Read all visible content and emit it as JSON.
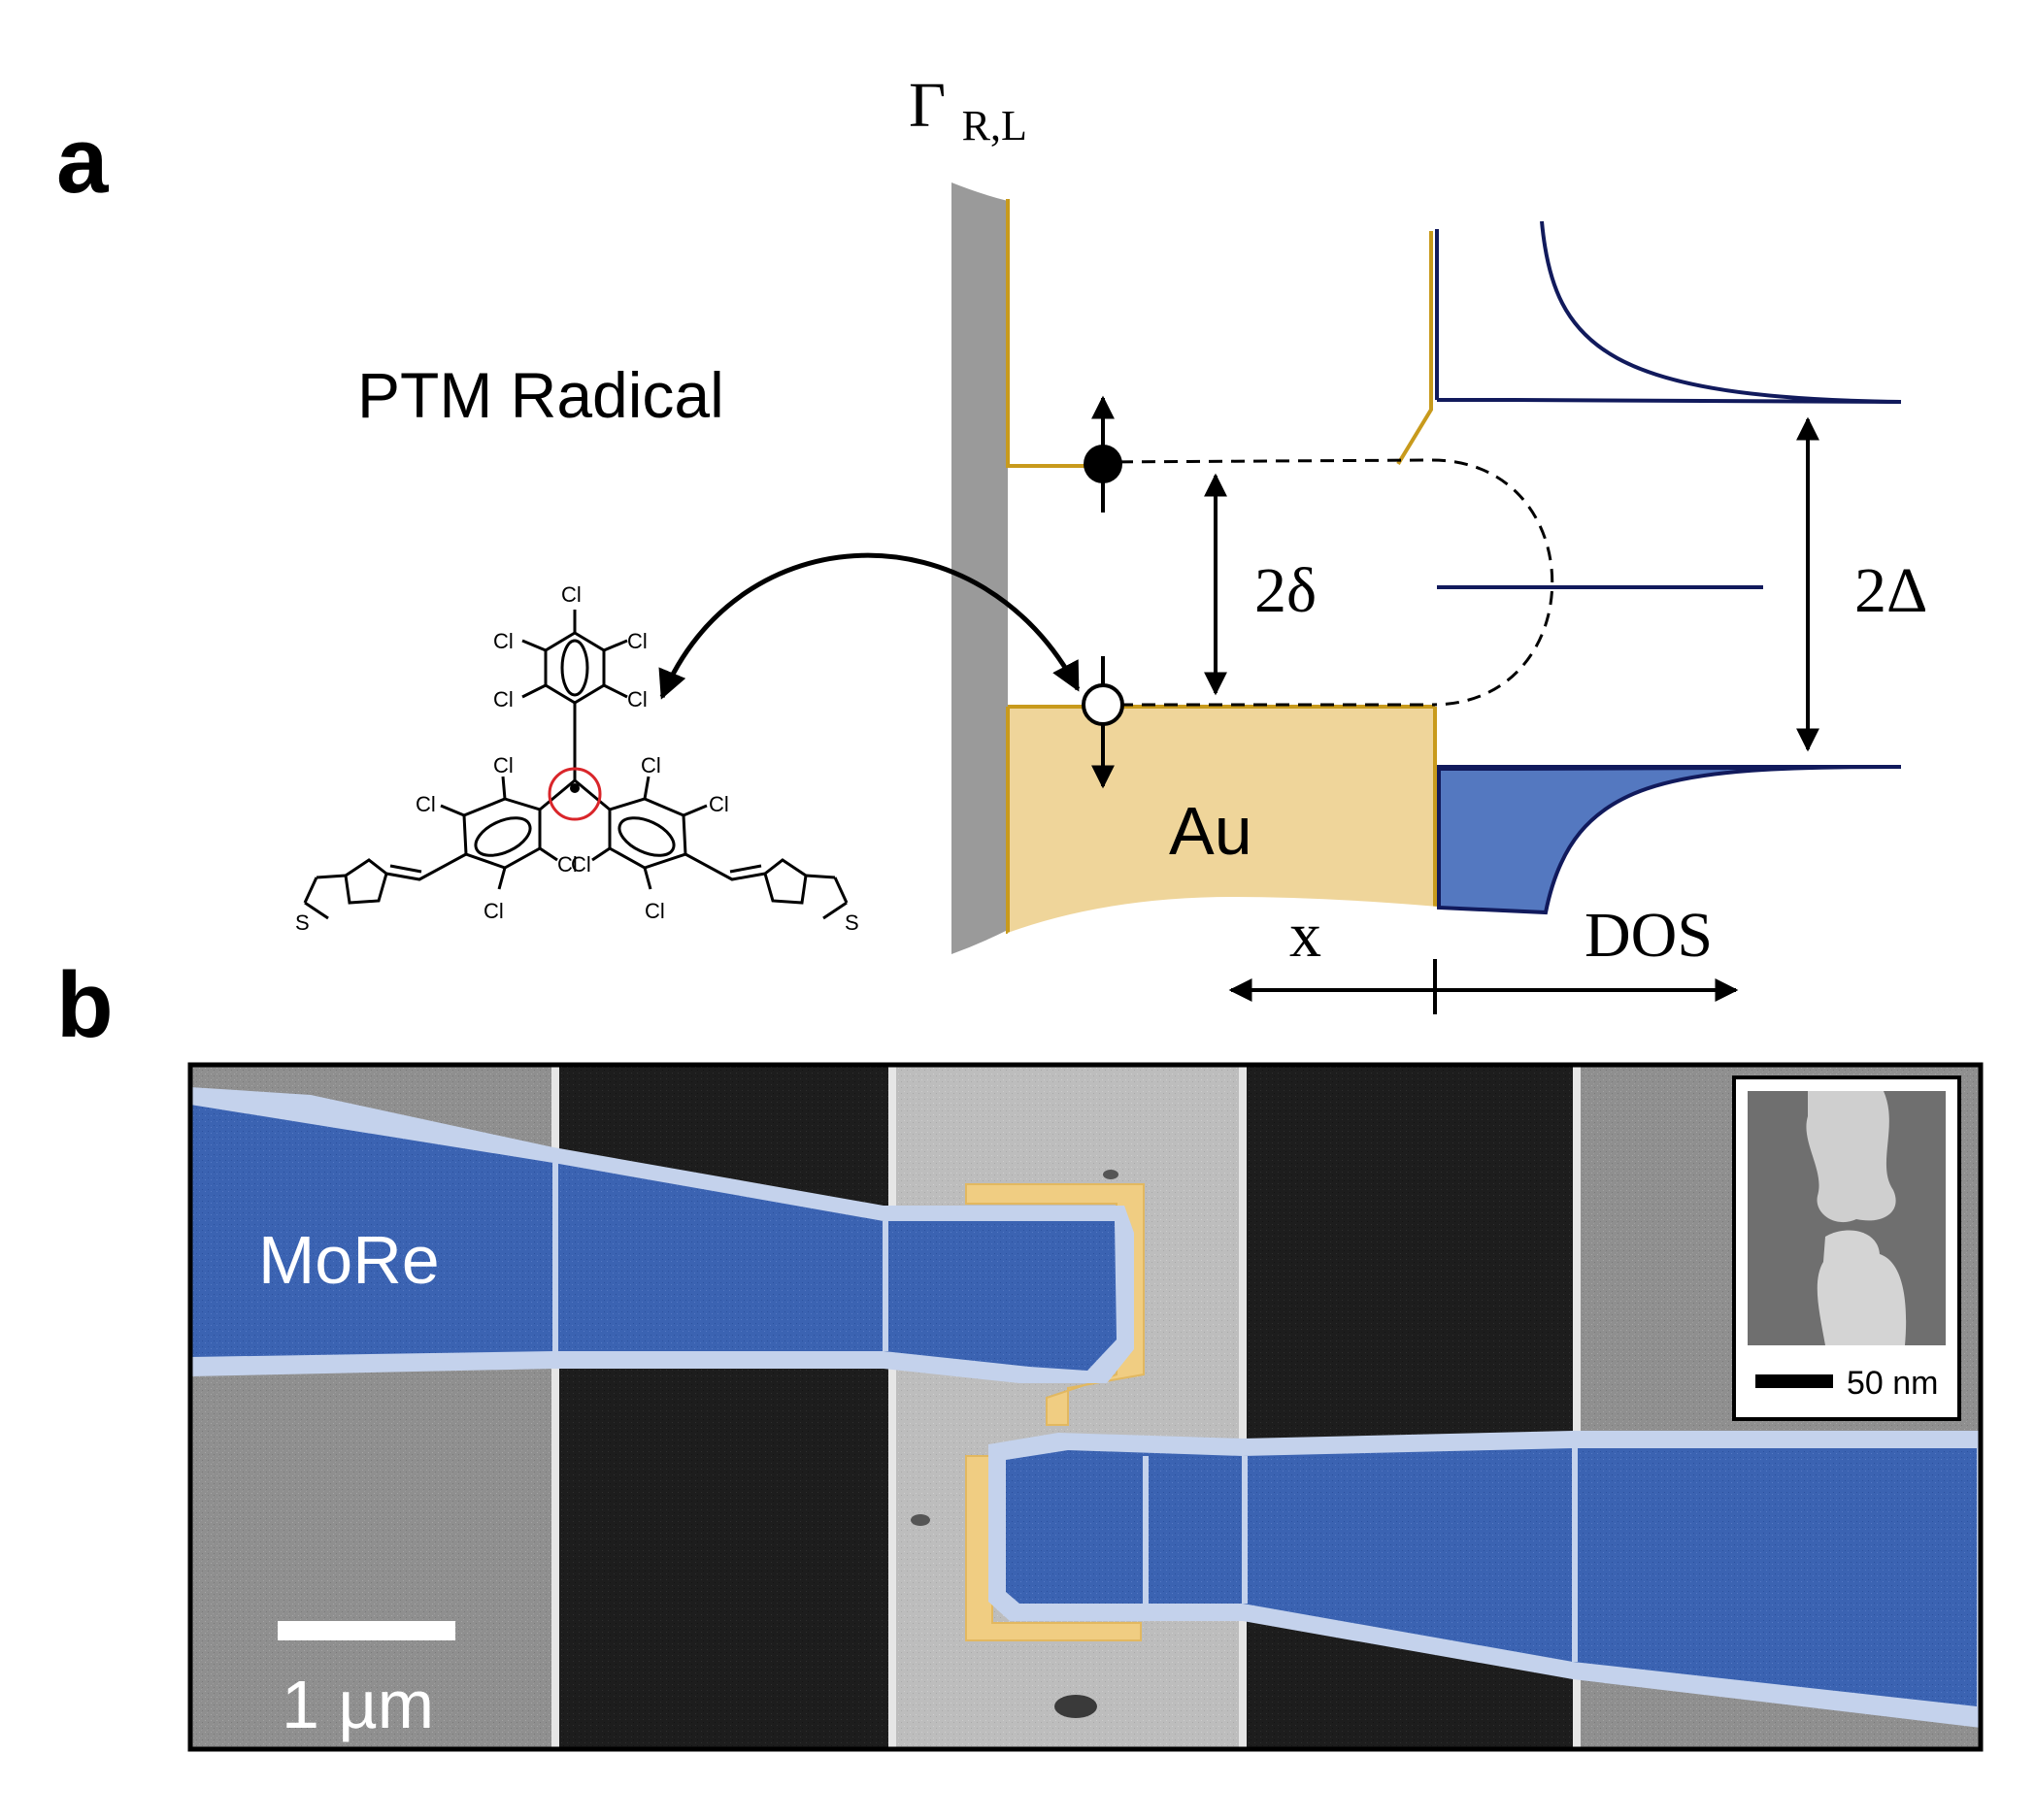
{
  "panel_a": {
    "letter": "a",
    "gamma_symbol": "Γ",
    "gamma_subscript": "R,L",
    "molecule_title": "PTM Radical",
    "chlorine_label": "Cl",
    "sulfur_label": "S",
    "gap_small_label": "2δ",
    "gap_large_label": "2Δ",
    "metal_label": "Au",
    "x_axis_label": "x",
    "dos_axis_label": "DOS",
    "colors": {
      "gold_line": "#c89a1c",
      "gold_fill": "#efd59a",
      "navy": "#111a5c",
      "dos_fill": "#5478c0",
      "barrier": "#9a9a9a",
      "radical_circle": "#d9252a"
    }
  },
  "panel_b": {
    "letter": "b",
    "material_label": "MoRe",
    "scale_bar_label": "1 µm",
    "inset_scale_label": "50 nm",
    "colors": {
      "lead": "#3a62b3",
      "lead_edge": "#c4d2ec",
      "gold_electrode": "#f0cd82",
      "gate_gray": "#8c8c8c",
      "gap_dark": "#1e1e1e"
    }
  }
}
